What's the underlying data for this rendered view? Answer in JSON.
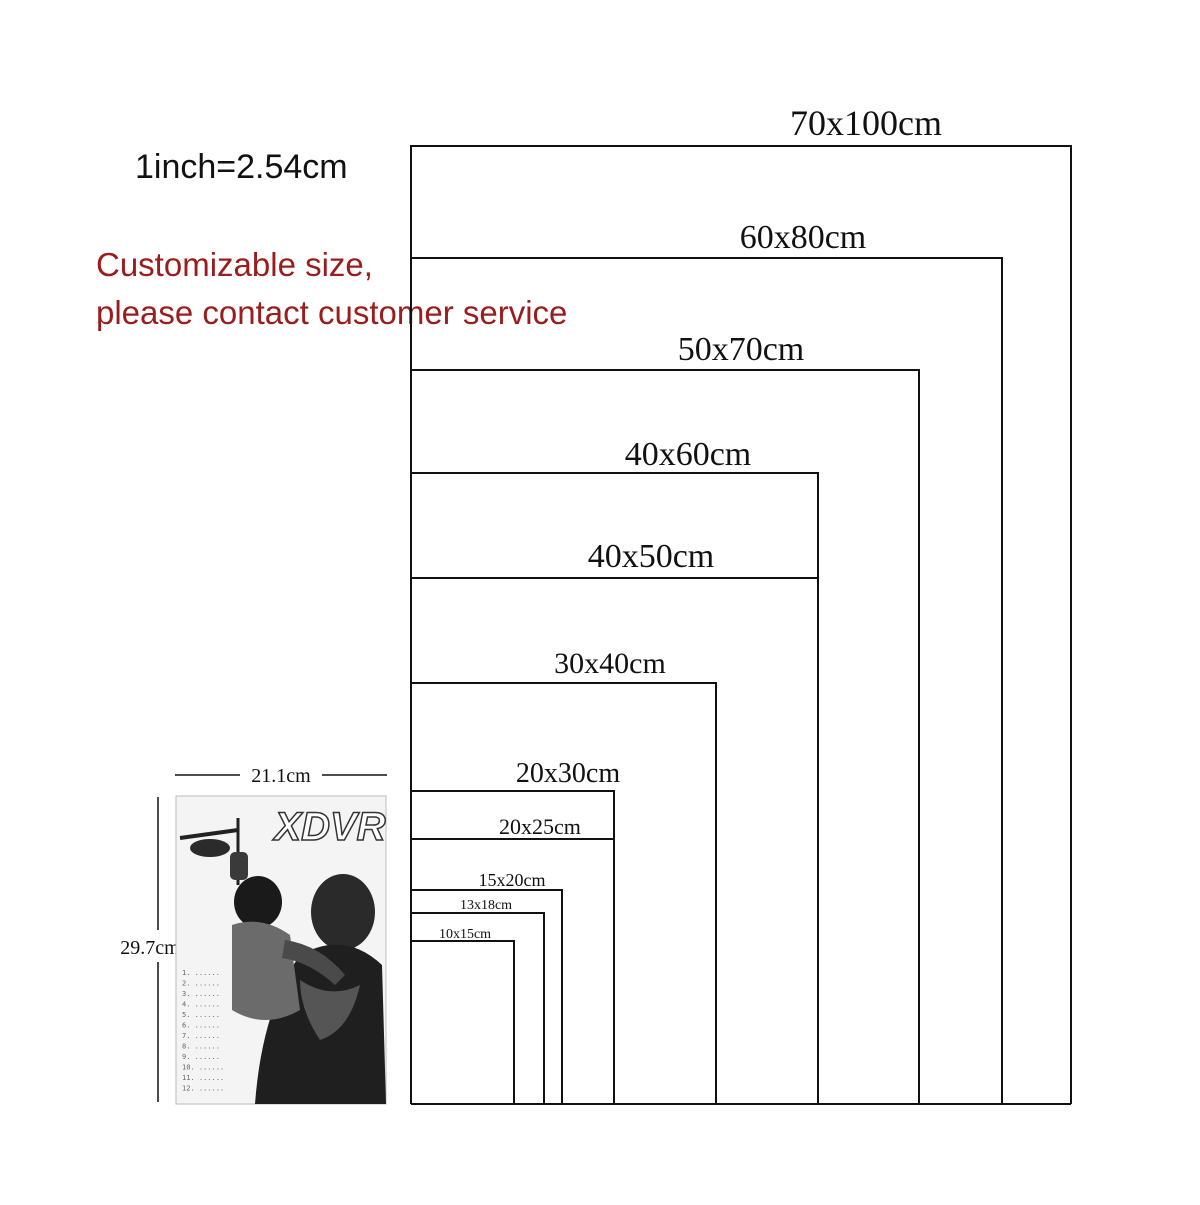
{
  "conversion": "1inch=2.54cm",
  "custom_note": {
    "line1": "Customizable size,",
    "line2": "please contact customer service"
  },
  "sizes": [
    {
      "label": "70x100cm"
    },
    {
      "label": "60x80cm"
    },
    {
      "label": "50x70cm"
    },
    {
      "label": "40x60cm"
    },
    {
      "label": "40x50cm"
    },
    {
      "label": "30x40cm"
    },
    {
      "label": "20x30cm"
    },
    {
      "label": "20x25cm"
    },
    {
      "label": "15x20cm"
    },
    {
      "label": "13x18cm"
    },
    {
      "label": "10x15cm"
    }
  ],
  "sample": {
    "width_label": "21.1cm",
    "height_label": "29.7cm",
    "logo_text": "XDVR",
    "track_list": [
      "1. ......",
      "2. ......",
      "3. ......",
      "4. ......",
      "5. ......",
      "6. ......",
      "7. ......",
      "8. ......",
      "9. ......",
      "10. ......",
      "11. ......",
      "12. ......"
    ]
  },
  "colors": {
    "note": "#9b1c1c",
    "line": "#111111"
  }
}
